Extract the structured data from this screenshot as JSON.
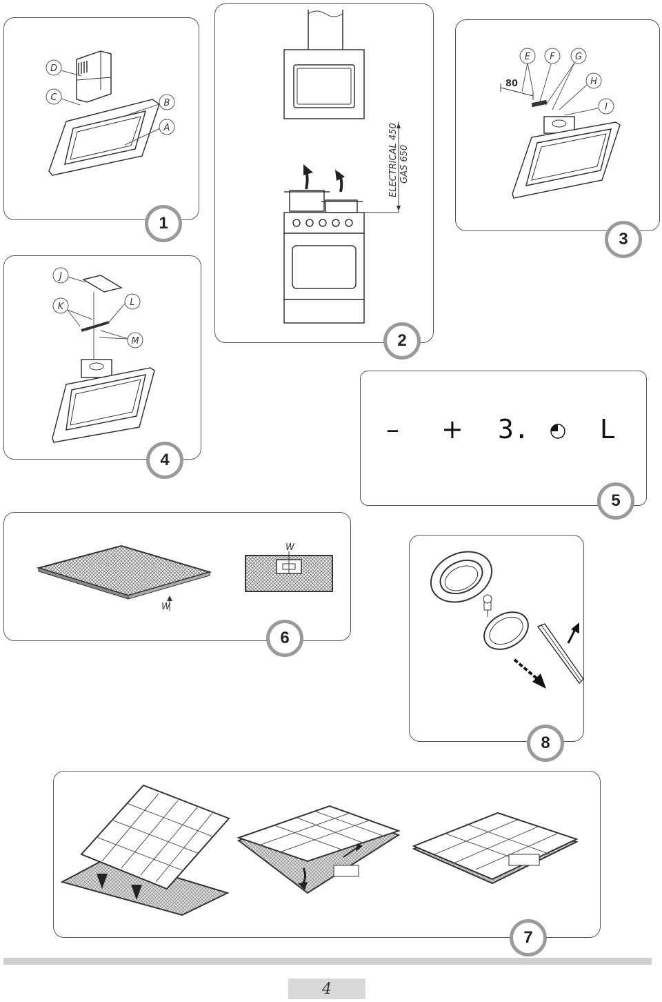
{
  "figures": {
    "fig1": {
      "badge": "1",
      "labels": [
        "D",
        "C",
        "B",
        "A"
      ]
    },
    "fig2": {
      "badge": "2",
      "side_text_line1": "ELECTRICAL  450",
      "side_text_line2": "GAS  650"
    },
    "fig3": {
      "badge": "3",
      "labels": [
        "E",
        "F",
        "G",
        "H",
        "I"
      ],
      "dimension": "80"
    },
    "fig4": {
      "badge": "4",
      "labels": [
        "J",
        "K",
        "L",
        "M"
      ]
    },
    "fig5": {
      "badge": "5",
      "minus": "–",
      "plus": "+",
      "display": "3.",
      "light": "L"
    },
    "fig6": {
      "badge": "6",
      "labels": [
        "W",
        "W"
      ]
    },
    "fig7": {
      "badge": "7"
    },
    "fig8": {
      "badge": "8"
    }
  },
  "footer": {
    "page_number": "4"
  }
}
